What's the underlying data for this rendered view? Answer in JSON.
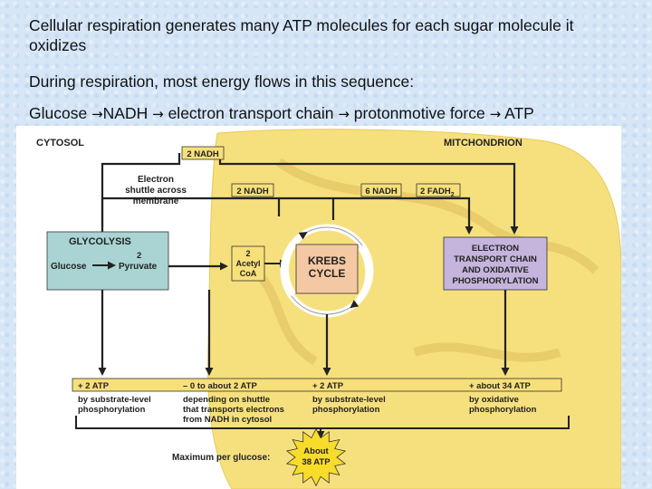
{
  "slide": {
    "line1": "Cellular respiration generates many ATP molecules for each sugar molecule it oxidizes",
    "line2": "During respiration, most energy flows in this sequence:",
    "sequence": [
      "Glucose",
      "NADH",
      "electron transport chain",
      "protonmotive force",
      "ATP"
    ],
    "arrow_glyph": "→"
  },
  "figure": {
    "cytosol_label": "CYTOSOL",
    "mitochondrion_label": "MITCHONDRION",
    "nadh_top": "2 NADH",
    "shuttle_lines": [
      "Electron",
      "shuttle across",
      "membrane"
    ],
    "nadh_shuttle": "2 NADH",
    "nadh_krebs": "6 NADH",
    "fadh2_base": "2 FADH",
    "fadh2_sub": "2",
    "glycolysis_title": "GLYCOLYSIS",
    "glycolysis_glucose": "Glucose",
    "glycolysis_two": "2",
    "glycolysis_pyruvate": "Pyruvate",
    "acetyl_lines": [
      "2",
      "Acetyl",
      "CoA"
    ],
    "krebs_lines": [
      "KREBS",
      "CYCLE"
    ],
    "etc_lines": [
      "ELECTRON",
      "TRANSPORT CHAIN",
      "AND OXIDATIVE",
      "PHOSPHORYLATION"
    ],
    "atp_yields": [
      {
        "amount": "+ 2 ATP",
        "desc": [
          "by substrate-level",
          "phosphorylation"
        ]
      },
      {
        "amount": "– 0 to about 2 ATP",
        "desc": [
          "depending on shuttle",
          "that transports electrons",
          "from NADH in cytosol"
        ]
      },
      {
        "amount": "+ 2 ATP",
        "desc": [
          "by substrate-level",
          "phosphorylation"
        ]
      },
      {
        "amount": "+ about 34 ATP",
        "desc": [
          "by oxidative",
          "phosphorylation"
        ]
      }
    ],
    "max_label": "Maximum per glucose:",
    "max_value": [
      "About",
      "38 ATP"
    ]
  },
  "colors": {
    "slide_background": "#d6e6f7",
    "figure_background": "#ffffff",
    "mitochondrion_fill": "#f6e07e",
    "glycolysis_box": "#a9d4d3",
    "krebs_box": "#f4c8a3",
    "etc_box": "#c5b5dd",
    "label_box": "#f7df7a",
    "starburst": "#f8dc2a",
    "arrow": "#222222"
  }
}
